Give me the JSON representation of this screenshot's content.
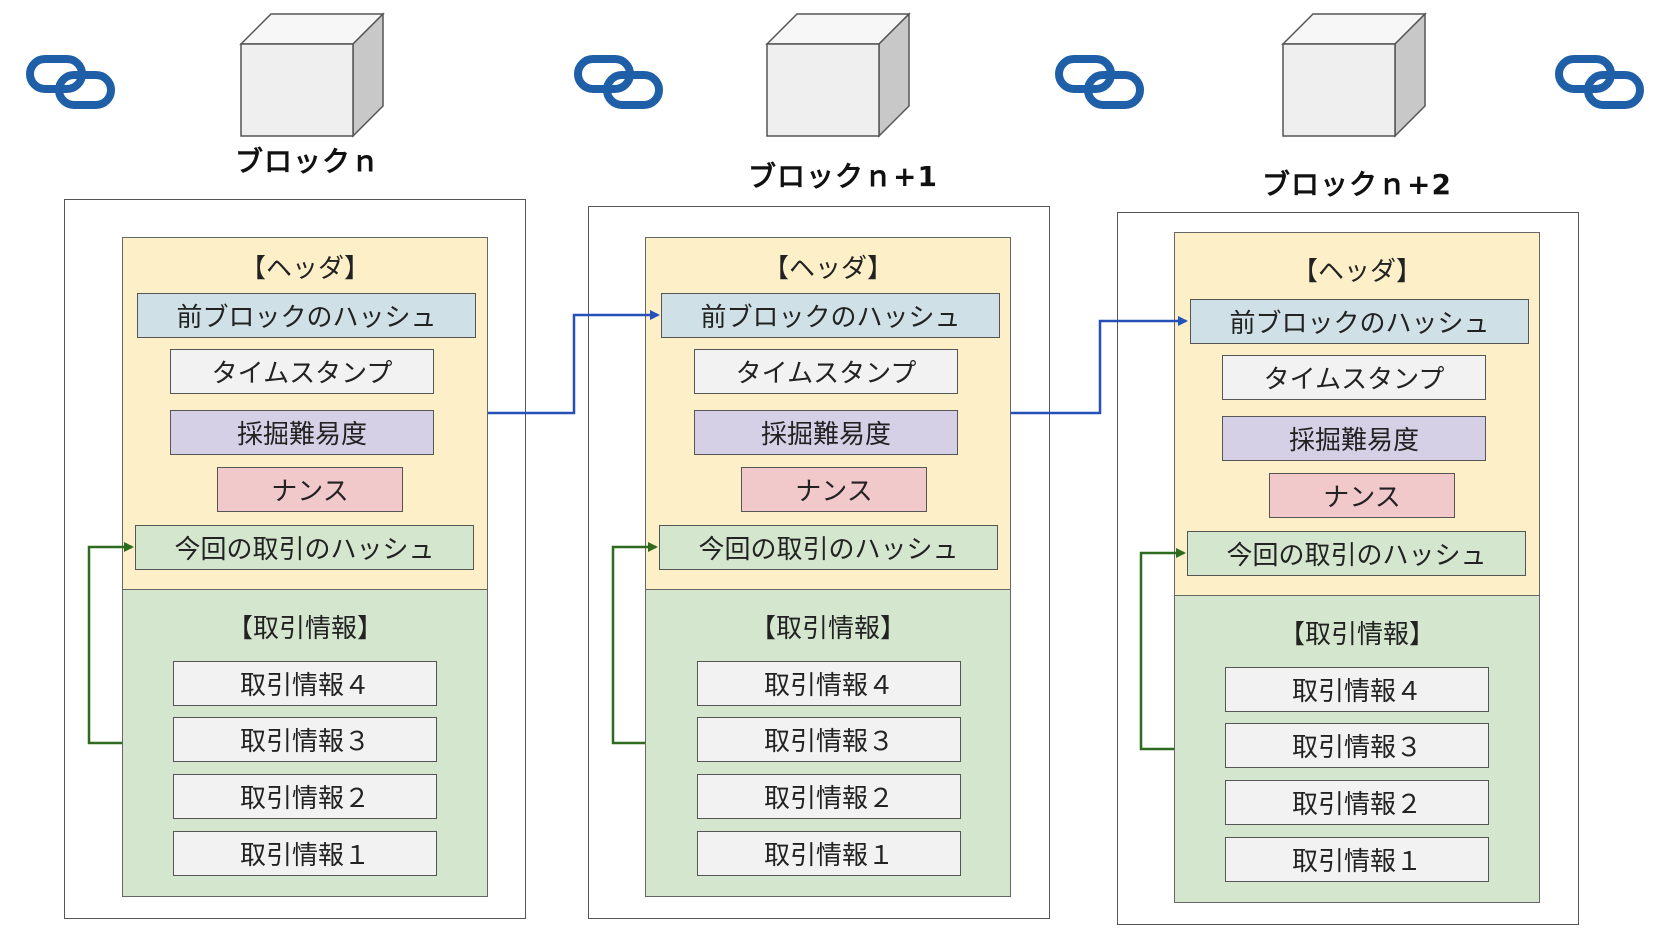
{
  "colors": {
    "header_bg": "#fdefc8",
    "transactions_bg": "#d5e6cf",
    "prev_hash_bg": "#cfe0e6",
    "timestamp_bg": "#f2f2f2",
    "difficulty_bg": "#d6d0e6",
    "nonce_bg": "#f1c9cb",
    "merkle_bg": "#d5e6cf",
    "tx_item_bg": "#f2f2f2",
    "chain_link": "#1f5fa8",
    "hash_arrow": "#2450b8",
    "merkle_arrow": "#2f6b1f",
    "cube_face": "#efefef",
    "cube_side": "#c8c8c8"
  },
  "icons": {
    "chain": "chain-link-icon",
    "block": "cube-icon"
  },
  "blocks": [
    {
      "title": "ブロックｎ",
      "header": {
        "label": "【ヘッダ】",
        "prev_hash": "前ブロックのハッシュ",
        "timestamp": "タイムスタンプ",
        "difficulty": "採掘難易度",
        "nonce": "ナンス",
        "merkle": "今回の取引のハッシュ"
      },
      "transactions": {
        "label": "【取引情報】",
        "items": [
          "取引情報４",
          "取引情報３",
          "取引情報２",
          "取引情報１"
        ]
      }
    },
    {
      "title": "ブロックｎ+1",
      "header": {
        "label": "【ヘッダ】",
        "prev_hash": "前ブロックのハッシュ",
        "timestamp": "タイムスタンプ",
        "difficulty": "採掘難易度",
        "nonce": "ナンス",
        "merkle": "今回の取引のハッシュ"
      },
      "transactions": {
        "label": "【取引情報】",
        "items": [
          "取引情報４",
          "取引情報３",
          "取引情報２",
          "取引情報１"
        ]
      }
    },
    {
      "title": "ブロックｎ+2",
      "header": {
        "label": "【ヘッダ】",
        "prev_hash": "前ブロックのハッシュ",
        "timestamp": "タイムスタンプ",
        "difficulty": "採掘難易度",
        "nonce": "ナンス",
        "merkle": "今回の取引のハッシュ"
      },
      "transactions": {
        "label": "【取引情報】",
        "items": [
          "取引情報４",
          "取引情報３",
          "取引情報２",
          "取引情報１"
        ]
      }
    }
  ]
}
